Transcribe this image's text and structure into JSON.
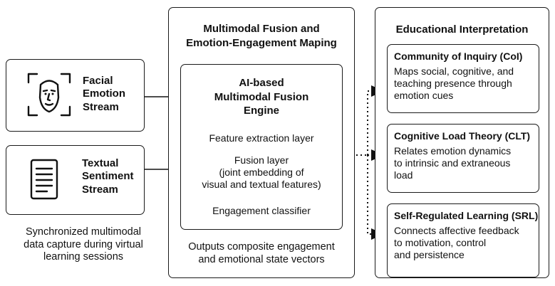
{
  "inputs": {
    "facial": {
      "icon": "face-icon",
      "label_lines": [
        "Facial",
        "Emotion",
        "Stream"
      ]
    },
    "textual": {
      "icon": "document-icon",
      "label_lines": [
        "Textual",
        "Sentiment",
        "Stream"
      ]
    },
    "caption_lines": [
      "Synchronized multimodal",
      "data capture during virtual",
      "learning sessions"
    ]
  },
  "fusion": {
    "title_lines": [
      "Multimodal Fusion and",
      "Emotion-Engagement Maping"
    ],
    "engine": {
      "title_lines": [
        "AI-based",
        "Multimodal Fusion",
        "Engine"
      ],
      "layers": [
        {
          "lines": [
            "Feature extraction layer"
          ]
        },
        {
          "lines": [
            "Fusion layer",
            "(joint embedding of",
            "visual and textual features)"
          ]
        },
        {
          "lines": [
            "Engagement classifier"
          ]
        }
      ]
    },
    "output_lines": [
      "Outputs composite engagement",
      "and emotional state vectors"
    ]
  },
  "interpretation": {
    "title": "Educational Interpretation",
    "frameworks": [
      {
        "title": "Community of Inquiry (CoI)",
        "desc_lines": [
          "Maps social, cognitive, and",
          "teaching presence through",
          "emotion cues"
        ]
      },
      {
        "title": "Cognitive Load Theory (CLT)",
        "desc_lines": [
          "Relates emotion dynamics",
          "to intrinsic and extraneous",
          "load"
        ]
      },
      {
        "title": "Self-Regulated Learning (SRL)",
        "desc_lines": [
          "Connects affective feedback",
          "to motivation, control",
          "and persistence"
        ]
      }
    ]
  }
}
